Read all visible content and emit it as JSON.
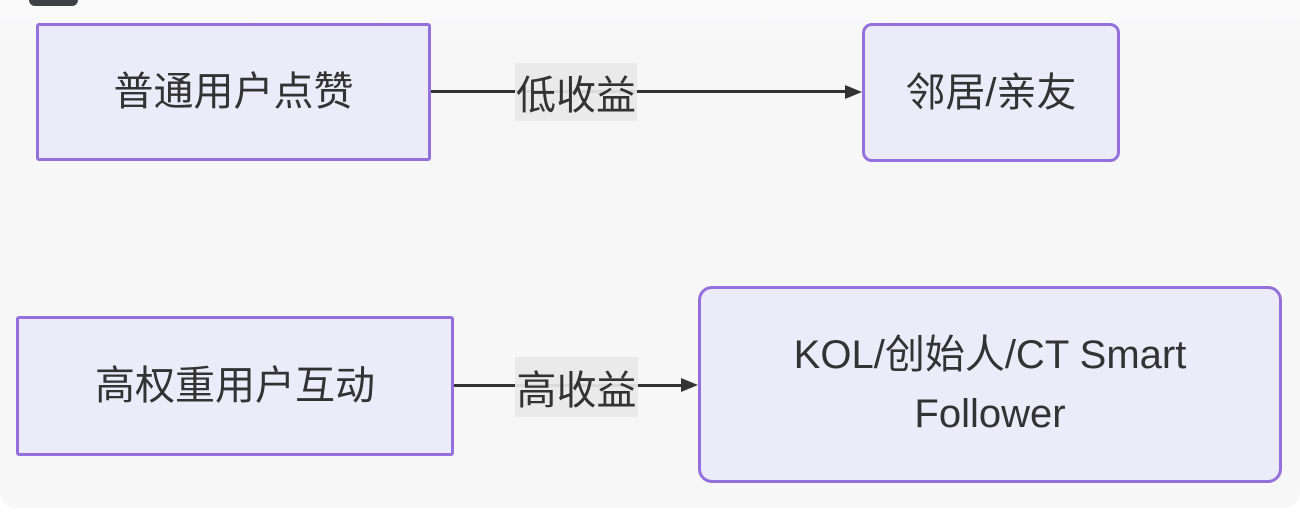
{
  "diagram": {
    "nodes": {
      "normal_user_like": {
        "label": "普通用户点赞"
      },
      "neighbors_relatives": {
        "label": "邻居/亲友"
      },
      "high_weight_user_interaction": {
        "label": "高权重用户互动"
      },
      "kol_smart_follower": {
        "label": "KOL/创始人/CT Smart Follower",
        "lines": [
          "KOL/创始人/CT Smart",
          "Follower"
        ]
      }
    },
    "edges": {
      "low_yield": {
        "label": "低收益",
        "from": "普通用户点赞",
        "to": "邻居/亲友"
      },
      "high_yield": {
        "label": "高收益",
        "from": "高权重用户互动",
        "to": "KOL/创始人/CT Smart Follower"
      }
    },
    "colors": {
      "node_fill": "#ECEBFA",
      "node_border": "#9370DB",
      "edge_line": "#333333",
      "edge_label_bg": "#E8E8E8",
      "canvas_bg": "#F7F7F8",
      "text": "#333333"
    }
  }
}
